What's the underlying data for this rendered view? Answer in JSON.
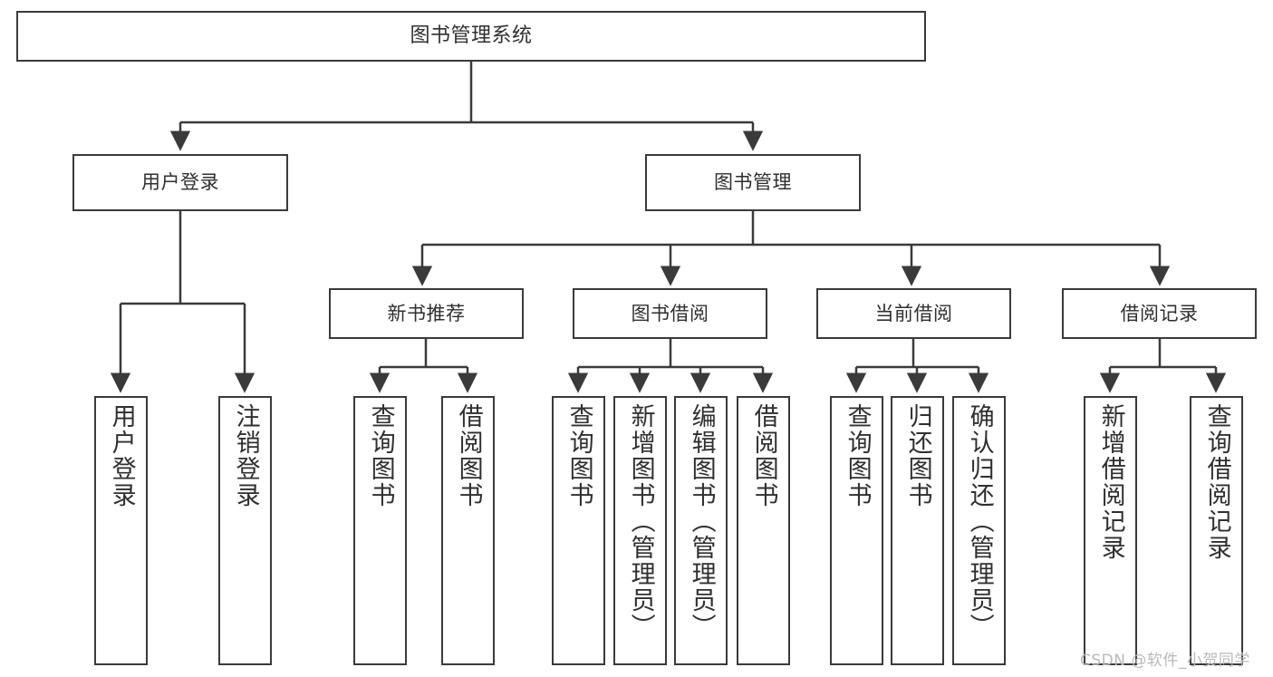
{
  "diagram": {
    "title": "图书管理系统",
    "type": "tree-hierarchy-chart",
    "stroke_color": "#3a3a3a",
    "text_color": "#2f2f2f",
    "background_color": "#ffffff"
  },
  "nodes": {
    "root": {
      "label": "图书管理系统"
    },
    "level2": [
      {
        "label": "用户登录"
      },
      {
        "label": "图书管理"
      }
    ],
    "level3": [
      {
        "label": "新书推荐"
      },
      {
        "label": "图书借阅"
      },
      {
        "label": "当前借阅"
      },
      {
        "label": "借阅记录"
      }
    ],
    "leaves_user_login": [
      {
        "label": "用户登录"
      },
      {
        "label": "注销登录"
      }
    ],
    "leaves_new_book": [
      {
        "label": "查询图书"
      },
      {
        "label": "借阅图书"
      }
    ],
    "leaves_borrow": [
      {
        "label": "查询图书"
      },
      {
        "label": "新增图书（管理员）"
      },
      {
        "label": "编辑图书（管理员）"
      },
      {
        "label": "借阅图书"
      }
    ],
    "leaves_current": [
      {
        "label": "查询图书"
      },
      {
        "label": "归还图书"
      },
      {
        "label": "确认归还（管理员）"
      }
    ],
    "leaves_record": [
      {
        "label": "新增借阅记录"
      },
      {
        "label": "查询借阅记录"
      }
    ]
  },
  "watermark": {
    "text": "CSDN @软件_小贺同学"
  }
}
